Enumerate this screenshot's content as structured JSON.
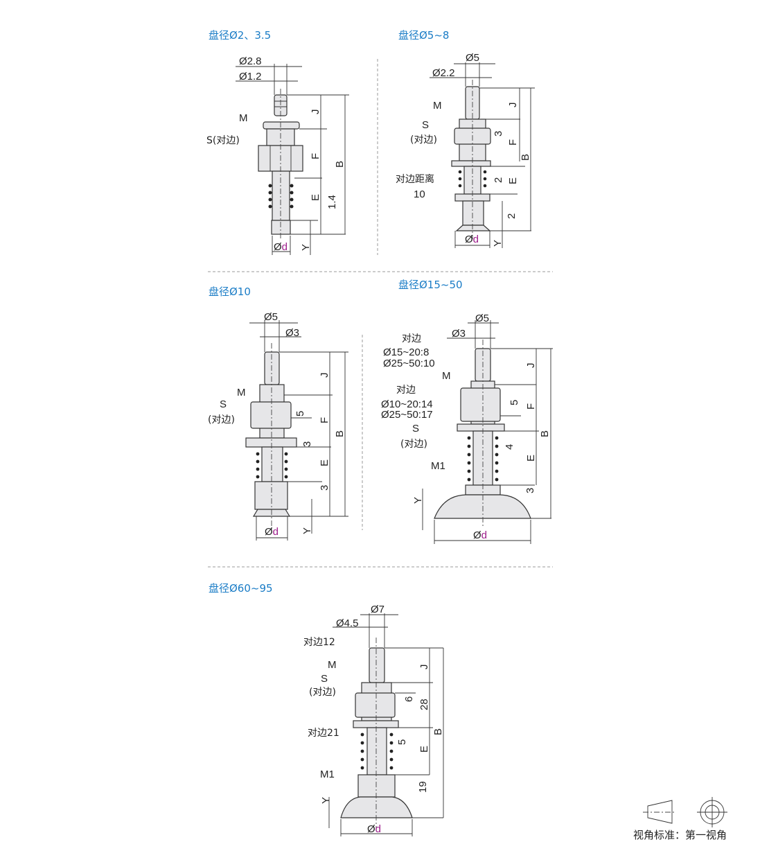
{
  "colors": {
    "title": "#1a7cc6",
    "variable": "#9b1b8a",
    "text": "#222222"
  },
  "sections": [
    {
      "title": "盘径Ø2、3.5",
      "labels": [
        "Ø2.8",
        "Ø1.2",
        "M",
        "S(对边)",
        "J",
        "F",
        "B",
        "E",
        "1.4",
        "Y"
      ],
      "od": {
        "prefix": "Ø",
        "var": "d"
      }
    },
    {
      "title": "盘径Ø5~8",
      "labels": [
        "Ø5",
        "Ø2.2",
        "M",
        "S",
        "(对边)",
        "J",
        "3",
        "F",
        "B",
        "对边距离",
        "10",
        "2",
        "E",
        "2",
        "Y"
      ],
      "od": {
        "prefix": "Ø",
        "var": "d"
      }
    },
    {
      "title": "盘径Ø10",
      "labels": [
        "Ø5",
        "Ø3",
        "M",
        "S",
        "(对边)",
        "J",
        "5",
        "F",
        "B",
        "3",
        "E",
        "3",
        "Y"
      ],
      "od": {
        "prefix": "Ø",
        "var": "d"
      }
    },
    {
      "title": "盘径Ø15~50",
      "labels": [
        "Ø5",
        "Ø3",
        "对边",
        "Ø15~20:8",
        "Ø25~50:10",
        "M",
        "对边",
        "Ø10~20:14",
        "Ø25~50:17",
        "S",
        "(对边)",
        "J",
        "5",
        "F",
        "B",
        "4",
        "E",
        "M1",
        "3",
        "Y"
      ],
      "od": {
        "prefix": "Ø",
        "var": "d"
      }
    },
    {
      "title": "盘径Ø60~95",
      "labels": [
        "Ø7",
        "Ø4.5",
        "对边12",
        "M",
        "S",
        "(对边)",
        "J",
        "6",
        "28",
        "B",
        "对边21",
        "5",
        "E",
        "M1",
        "19",
        "Y"
      ],
      "od": {
        "prefix": "Ø",
        "var": "d"
      }
    }
  ],
  "legend": {
    "text": "视角标准：第一视角"
  }
}
